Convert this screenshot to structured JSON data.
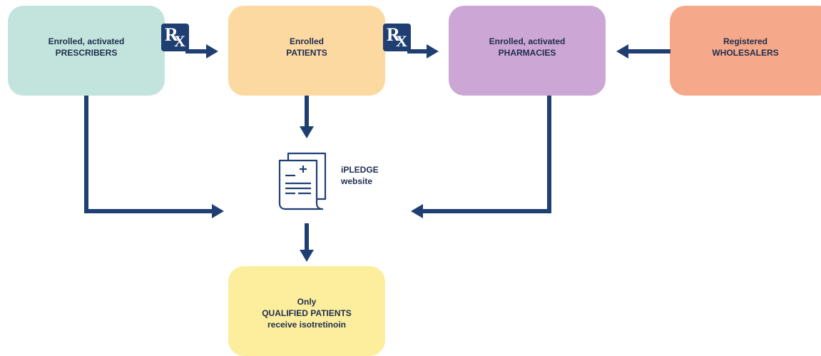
{
  "nodes": {
    "prescribers": {
      "line1": "Enrolled, activated",
      "line2": "PRESCRIBERS"
    },
    "patients": {
      "line1": "Enrolled",
      "line2": "PATIENTS"
    },
    "pharmacies": {
      "line1": "Enrolled, activated",
      "line2": "PHARMACIES"
    },
    "wholesalers": {
      "line1": "Registered",
      "line2": "WHOLESALERS"
    },
    "qualified": {
      "line1": "Only",
      "line2": "QUALIFIED PATIENTS",
      "line3": "receive isotretinoin"
    },
    "website": {
      "line1": "iPLEDGE",
      "line2": "website"
    }
  },
  "rx_badges": [
    {
      "r": "R",
      "x": "X"
    },
    {
      "r": "R",
      "x": "X"
    }
  ],
  "colors": {
    "prescribers": "#c2e4dc",
    "patients": "#fcd9a0",
    "pharmacies": "#cca6d4",
    "wholesalers": "#f6a98a",
    "qualified": "#fcee9d",
    "arrow": "#1f3f73"
  },
  "icons": {
    "rx": "rx-prescription-icon",
    "website": "document-icon"
  }
}
